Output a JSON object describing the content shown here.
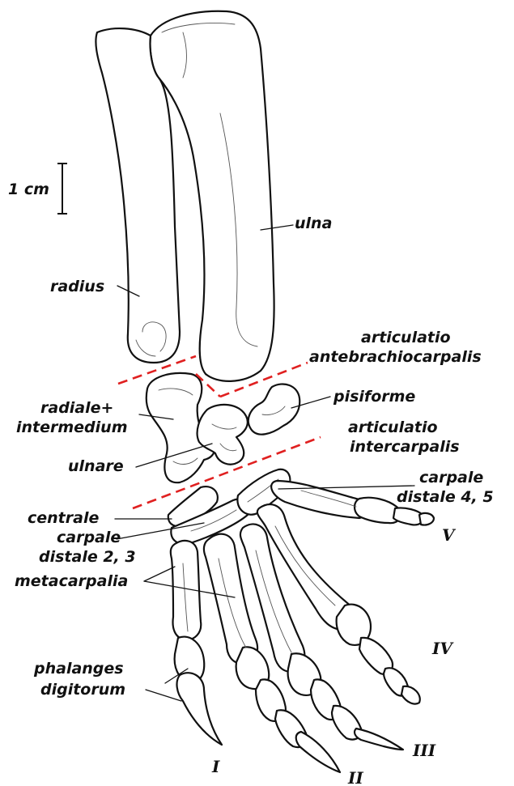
{
  "colors": {
    "joint_line": "#e02020",
    "ink": "#111111"
  },
  "scale_bar": {
    "label": "1 cm"
  },
  "labels": {
    "ulna": "ulna",
    "radius": "radius",
    "art_ab_1": "articulatio",
    "art_ab_2": "antebrachiocarpalis",
    "pisiforme": "pisiforme",
    "radiale_1": "radiale+",
    "radiale_2": "intermedium",
    "art_ic_1": "articulatio",
    "art_ic_2": "intercarpalis",
    "ulnare": "ulnare",
    "cd45_1": "carpale",
    "cd45_2": "distale 4, 5",
    "centrale": "centrale",
    "cd23_1": "carpale",
    "cd23_2": "distale 2, 3",
    "metacarpalia": "metacarpalia",
    "phal_1": "phalanges",
    "phal_2": "digitorum"
  },
  "digits": [
    "I",
    "II",
    "III",
    "IV",
    "V"
  ]
}
